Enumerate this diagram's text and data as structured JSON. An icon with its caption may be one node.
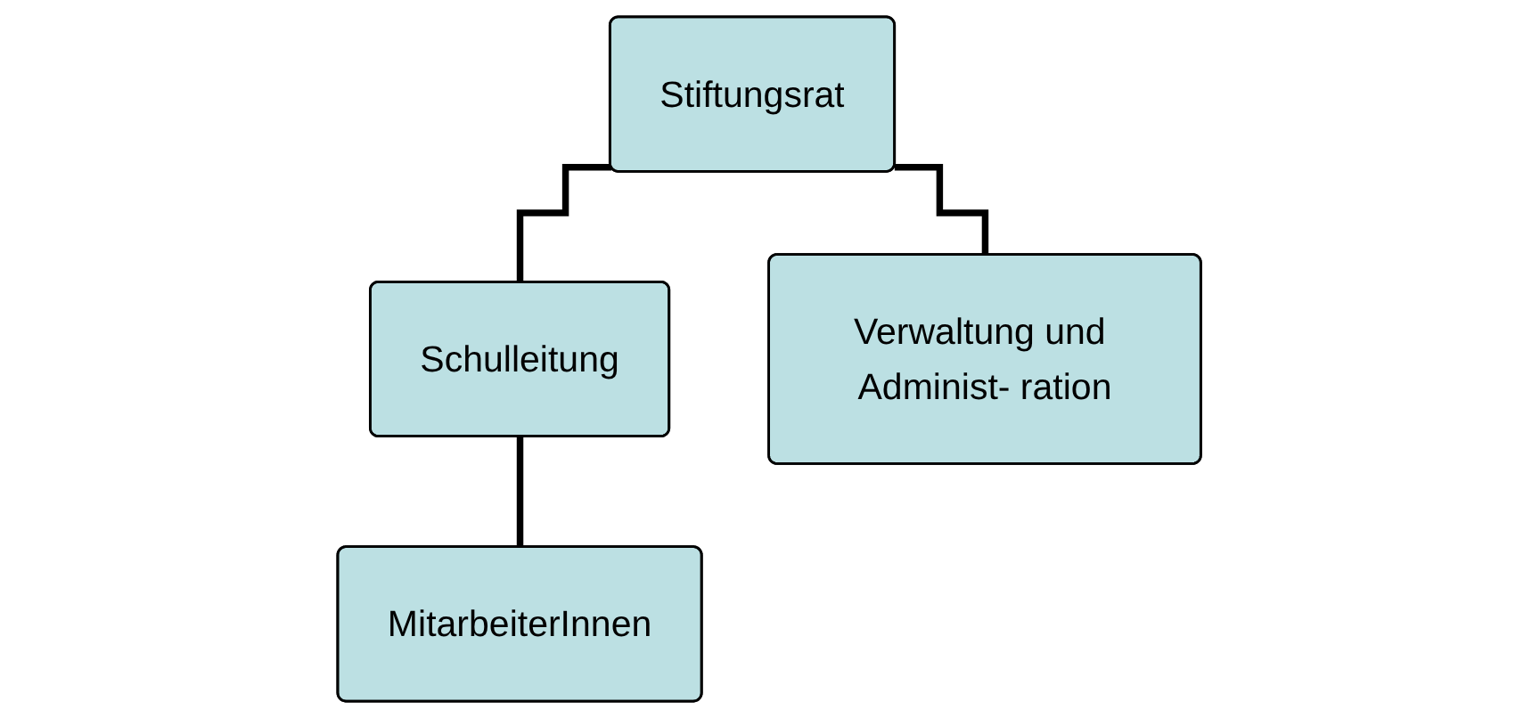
{
  "diagram": {
    "nodes": [
      {
        "text": [
          "Stiftungsrat"
        ]
      },
      {
        "text": [
          "Schulleitung"
        ]
      },
      {
        "text": [
          "Verwaltung und Administ- ration"
        ]
      },
      {
        "text": [
          "MitarbeiterInnen"
        ]
      }
    ],
    "edges": [
      {
        "from": 0,
        "to": 1,
        "arrow": "none"
      },
      {
        "from": 0,
        "to": 2,
        "arrow": "none"
      },
      {
        "from": 1,
        "to": 3,
        "arrow": "none"
      }
    ]
  }
}
